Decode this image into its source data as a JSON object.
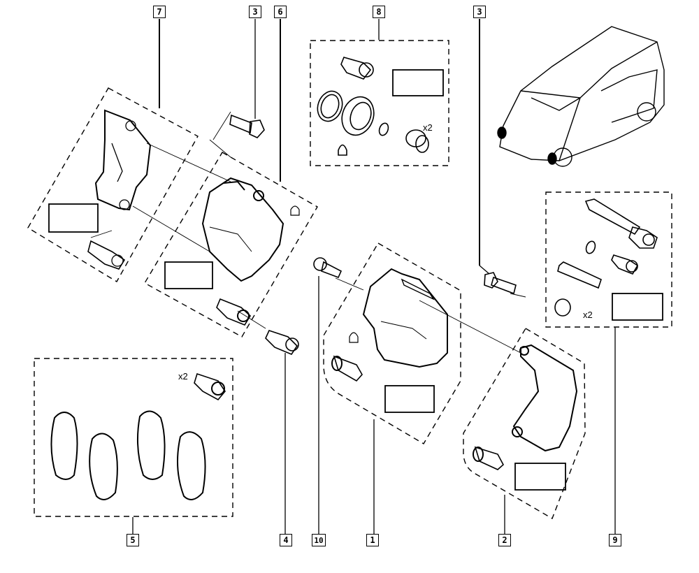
{
  "diagram": {
    "title": "Front brake caliper assembly - exploded view",
    "callouts": {
      "c7": "7",
      "c3a": "3",
      "c6": "6",
      "c8": "8",
      "c3b": "3",
      "c5": "5",
      "c4": "4",
      "c10": "10",
      "c1": "1",
      "c2": "2",
      "c9": "9"
    },
    "quantities": {
      "kit8_boot": "x2",
      "kit9_boot": "x2",
      "kit5_bolt": "x2"
    },
    "colors": {
      "line": "#000000",
      "background": "#ffffff"
    }
  }
}
